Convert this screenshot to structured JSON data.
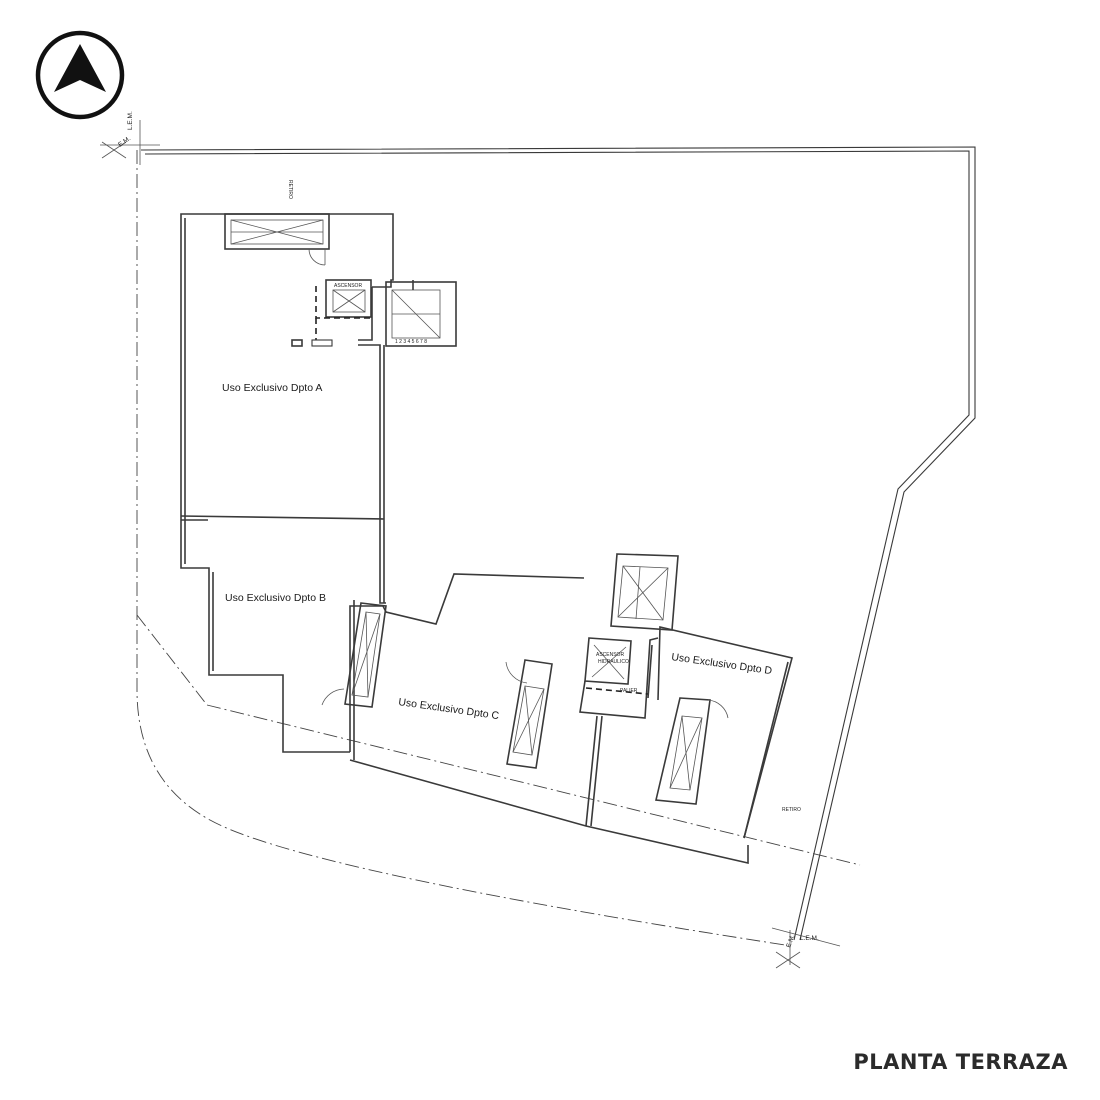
{
  "plan_title": "PLANTA TERRAZA",
  "north_arrow_icon": "north-arrow-icon",
  "rooms": {
    "a": "Uso Exclusivo Dpto A",
    "b": "Uso Exclusivo Dpto B",
    "c": "Uso Exclusivo Dpto C",
    "d": "Uso Exclusivo Dpto D"
  },
  "elevator_label": "ASCENSOR",
  "elevator_sub": "HIDRAULICO",
  "palier_label": "PALIER",
  "retiro_label": "RETIRO",
  "lem_label": "L.E.M.",
  "em_label": "E.M.",
  "stair_numbers": [
    "1",
    "2",
    "3",
    "4",
    "5",
    "6",
    "7",
    "8"
  ]
}
